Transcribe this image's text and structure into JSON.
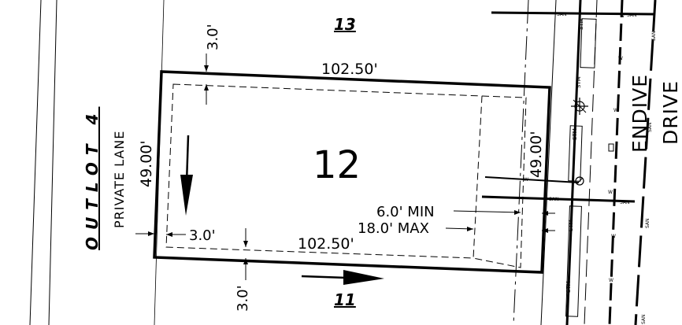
{
  "plat": {
    "lot_number": "12",
    "adjacent_lots": {
      "north": "13",
      "south": "11"
    },
    "outlot": {
      "label": "OUTLOT 4",
      "sublabel": "PRIVATE LANE"
    },
    "street": {
      "line1": "ENDIVE",
      "line2": "DRIVE"
    },
    "dimensions": {
      "top": "102.50'",
      "bottom": "102.50'",
      "left": "49.00'",
      "right": "49.00'"
    },
    "setbacks": {
      "top": "3.0'",
      "left": "3.0'",
      "bottom": "3.0'",
      "right_min": "6.0' MIN",
      "right_max": "18.0' MAX"
    },
    "utility_labels": {
      "storm": "STM",
      "sanitary": "SAN",
      "water": "W"
    },
    "colors": {
      "ink": "#000000",
      "paper": "#ffffff"
    }
  }
}
